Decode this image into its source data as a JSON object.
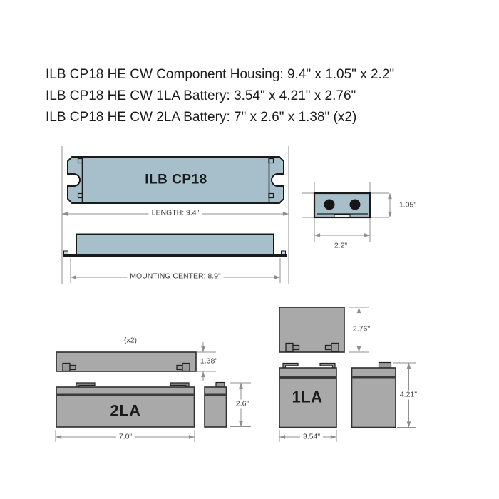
{
  "title": {
    "lines": [
      "ILB CP18 HE CW Component Housing: 9.4\" x 1.05\" x 2.2\"",
      "ILB CP18 HE CW 1LA Battery: 3.54\" x 4.21\" x 2.76\"",
      "ILB CP18 HE CW 2LA Battery: 7\" x 2.6\" x 1.38\" (x2)"
    ]
  },
  "housing": {
    "name_label": "ILB CP18",
    "length_label": "LENGTH: 9.4\"",
    "mounting_center_label": "MOUNTING CENTER: 8.9\"",
    "end_height_label": "1.05\"",
    "end_width_label": "2.2\""
  },
  "battery_2la": {
    "name_label": "2LA",
    "qty_label": "(x2)",
    "thickness_label": "1.38\"",
    "width_label": "7.0\"",
    "height_label": "2.6\""
  },
  "battery_1la": {
    "name_label": "1LA",
    "depth_label": "2.76\"",
    "width_label": "3.54\"",
    "height_label": "4.21\""
  },
  "colors": {
    "housing_fill": "#a6bfca",
    "battery_fill": "#a9a9a9",
    "outline": "#1a1a1a",
    "dimension_line": "#8f8f8f"
  }
}
